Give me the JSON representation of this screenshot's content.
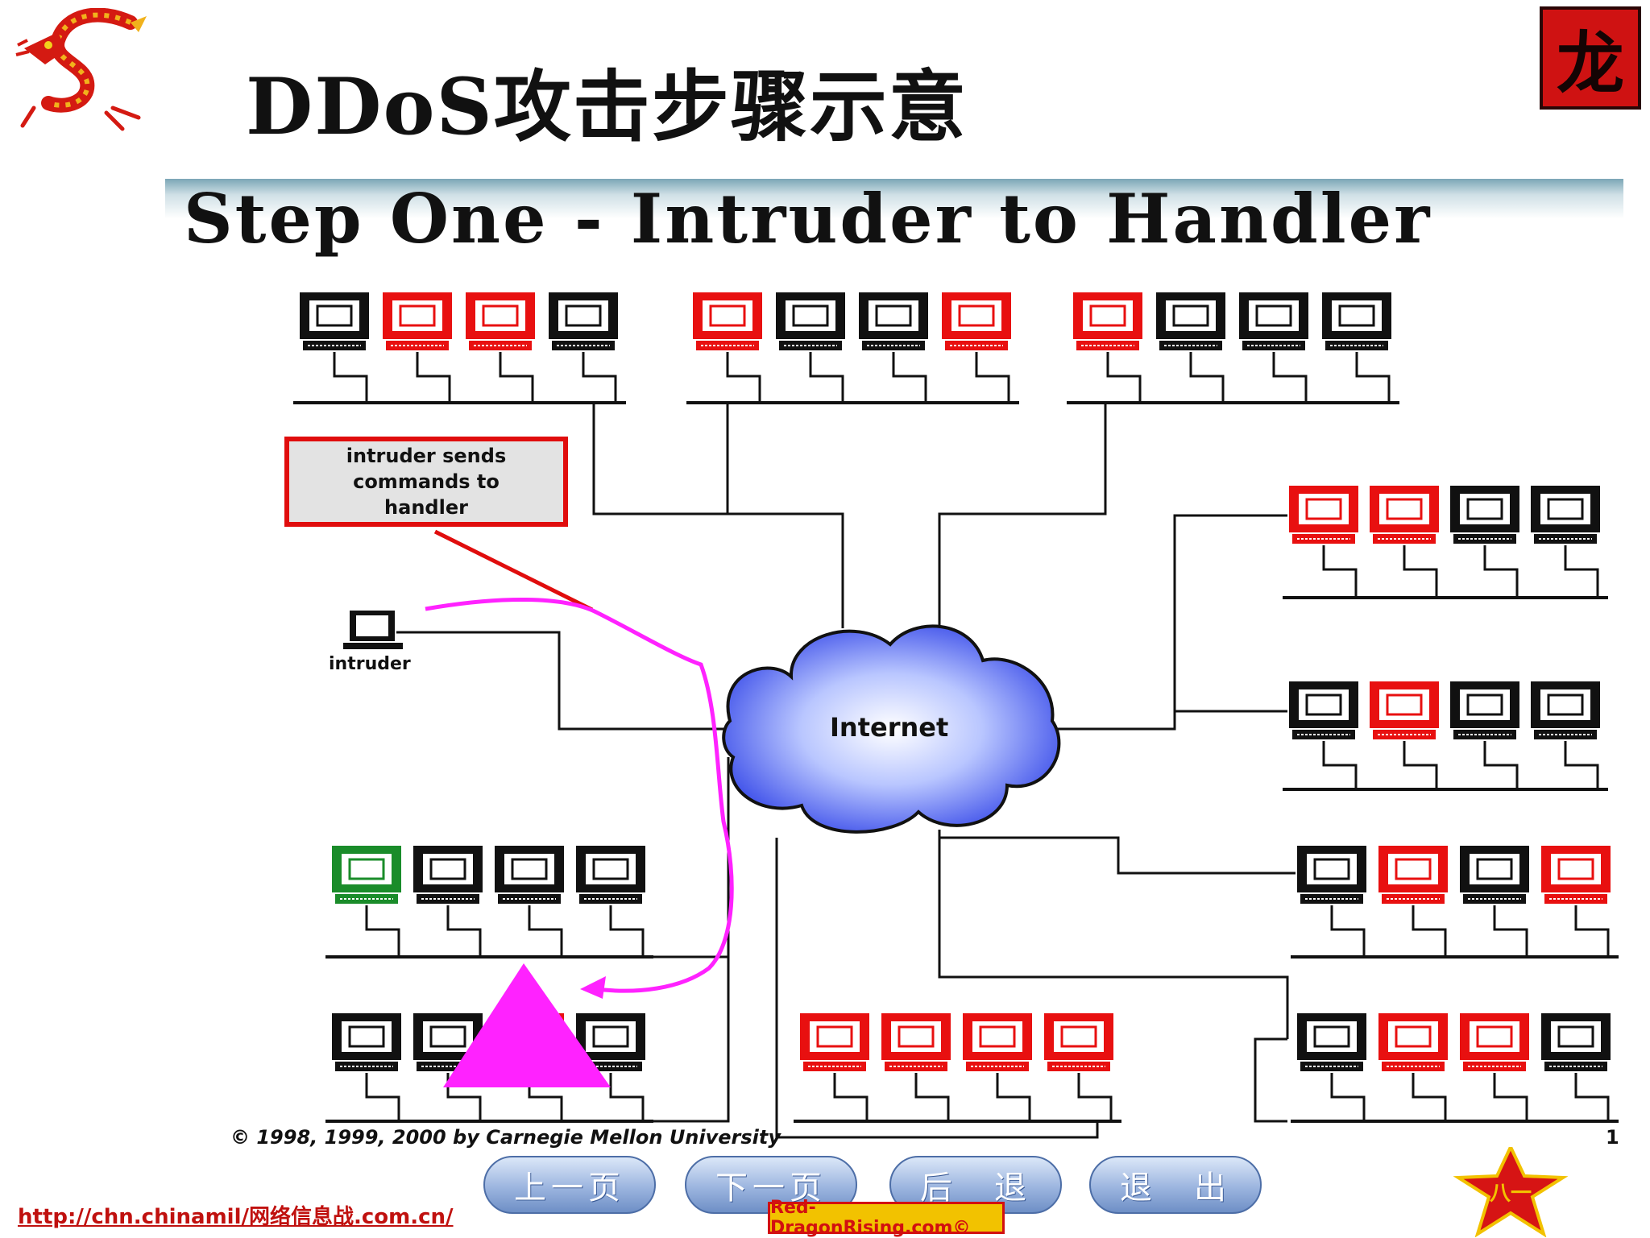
{
  "slide": {
    "title": "DDoS攻击步骤示意",
    "step_title": "Step One - Intruder to Handler",
    "badge": "龙"
  },
  "diagram": {
    "callout": "intruder sends\ncommands to\nhandler",
    "intruder_label": "intruder",
    "internet_label": "Internet",
    "copyright": "© 1998, 1999, 2000 by Carnegie Mellon University",
    "page_number": "1",
    "colors": {
      "handler": "#e81010",
      "agent": "#111111",
      "intruder": "#1a8c2a",
      "command_path": "#ff22ff",
      "cloud": "#4a67ff"
    },
    "networks": [
      {
        "terminals": [
          "black",
          "red",
          "red",
          "black"
        ]
      },
      {
        "terminals": [
          "red",
          "black",
          "black",
          "red"
        ]
      },
      {
        "terminals": [
          "red",
          "black",
          "black",
          "black"
        ]
      },
      {
        "terminals": [
          "red",
          "red",
          "black",
          "black"
        ]
      },
      {
        "terminals": [
          "black",
          "red",
          "black",
          "black"
        ]
      },
      {
        "terminals": [
          "black",
          "red",
          "black",
          "red"
        ]
      },
      {
        "terminals": [
          "black",
          "red",
          "red",
          "black"
        ]
      },
      {
        "terminals": [
          "red",
          "red",
          "red",
          "red"
        ]
      },
      {
        "terminals": [
          "black",
          "black",
          "red",
          "black"
        ]
      },
      {
        "terminals": [
          "green",
          "black",
          "black",
          "black"
        ]
      }
    ]
  },
  "navigation": {
    "prev": "上一页",
    "next": "下一页",
    "back": "后　退",
    "exit": "退　出"
  },
  "footer": {
    "source_url": "http://chn.chinamil/网络信息战.com.cn/",
    "brand": "Red-DragonRising.com©"
  }
}
